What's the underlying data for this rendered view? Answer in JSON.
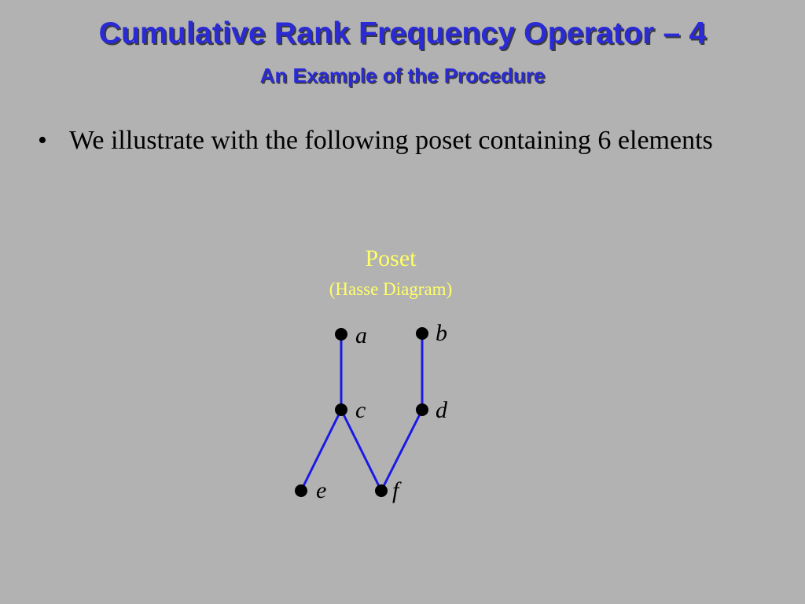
{
  "slide": {
    "title": "Cumulative Rank Frequency Operator – 4",
    "subtitle": "An Example of the Procedure",
    "bullet_mark": "•",
    "bullet_text": "We illustrate with the following poset containing 6 elements"
  },
  "diagram": {
    "heading": "Poset",
    "subheading": "(Hasse Diagram)",
    "heading_color": "#ffff66",
    "edge_color": "#1a1ae6",
    "node_color": "#000000",
    "nodes": [
      {
        "id": "a",
        "label": "a"
      },
      {
        "id": "b",
        "label": "b"
      },
      {
        "id": "c",
        "label": "c"
      },
      {
        "id": "d",
        "label": "d"
      },
      {
        "id": "e",
        "label": "e"
      },
      {
        "id": "f",
        "label": "f"
      }
    ],
    "edges": [
      [
        "a",
        "c"
      ],
      [
        "b",
        "d"
      ],
      [
        "c",
        "e"
      ],
      [
        "c",
        "f"
      ],
      [
        "d",
        "f"
      ]
    ]
  }
}
